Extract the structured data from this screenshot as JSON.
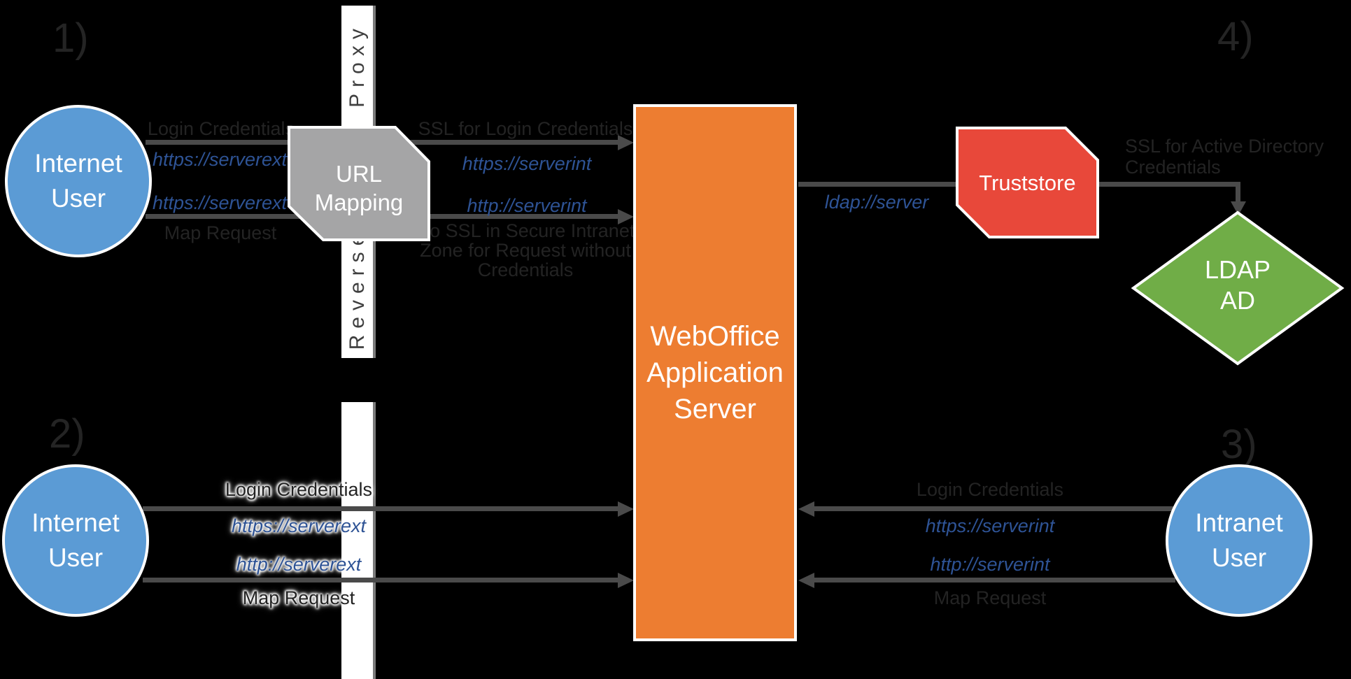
{
  "sections": {
    "s1": "1)",
    "s2": "2)",
    "s3": "3)",
    "s4": "4)"
  },
  "proxy_bar": {
    "top_word": "Proxy",
    "bottom_word": "Reverse"
  },
  "nodes": {
    "internet_top": {
      "l1": "Internet",
      "l2": "User"
    },
    "internet_bottom": {
      "l1": "Internet",
      "l2": "User"
    },
    "intranet": {
      "l1": "Intranet",
      "l2": "User"
    },
    "url_mapping": {
      "l1": "URL",
      "l2": "Mapping"
    },
    "server": {
      "l1": "WebOffice",
      "l2": "Application",
      "l3": "Server"
    },
    "truststore": {
      "label": "Truststore"
    },
    "ldap": {
      "l1": "LDAP",
      "l2": "AD"
    }
  },
  "edges": {
    "s1_left": {
      "above1": "Login Credentials",
      "below1": "https://serverext",
      "above2": "https://serverext",
      "below2": "Map Request"
    },
    "s1_right": {
      "above1": "SSL for Login Credentials",
      "below1": "https://serverint",
      "above2": "http://serverint",
      "note_l1": "No SSL in Secure Intranet",
      "note_l2": "Zone for Request without",
      "note_l3": "Credentials"
    },
    "ldap_edge": {
      "url": "ldap://server",
      "label_l1": "SSL for Active Directory",
      "label_l2": "Credentials"
    },
    "s2": {
      "above1": "Login Credentials",
      "below1": "https://serverext",
      "above2": "http://serverext",
      "below2": "Map Request"
    },
    "s3": {
      "above1": "Login Credentials",
      "below1": "https://serverint",
      "above2": "http://serverint",
      "below2": "Map Request"
    }
  },
  "colors": {
    "background": "#000000",
    "user_blue": "#5B9BD5",
    "server_orange": "#ED7D31",
    "mapping_gray": "#A5A5A6",
    "truststore_red": "#E8483A",
    "ldap_green": "#70AD47",
    "connector_gray": "#4A4A4A",
    "label_dark": "#232323",
    "url_blue": "#2E5395",
    "shape_border": "#FFFFFF"
  }
}
